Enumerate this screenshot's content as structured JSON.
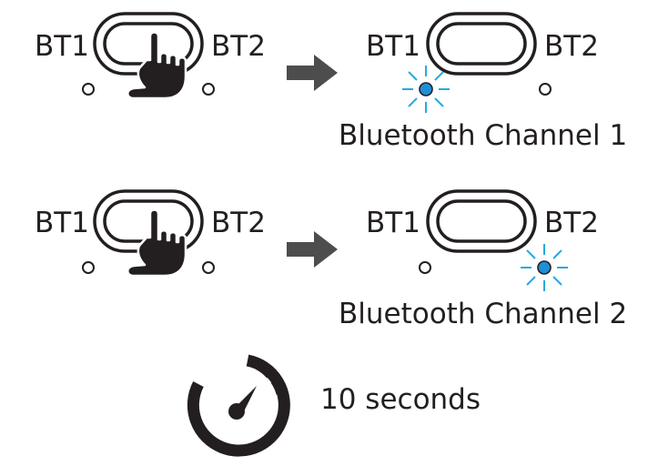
{
  "rows": [
    {
      "left_button": {
        "left_label": "BT1",
        "right_label": "BT2"
      },
      "right_button": {
        "left_label": "BT1",
        "right_label": "BT2"
      },
      "active_led": "left",
      "caption": "Bluetooth Channel 1"
    },
    {
      "left_button": {
        "left_label": "BT1",
        "right_label": "BT2"
      },
      "right_button": {
        "left_label": "BT1",
        "right_label": "BT2"
      },
      "active_led": "right",
      "caption": "Bluetooth Channel 2"
    }
  ],
  "timer": {
    "label": "10 seconds",
    "icon": "stopwatch-icon"
  },
  "colors": {
    "ink": "#231f20",
    "arrow": "#4d4d4d",
    "led": "#1e8fd6",
    "led_rays": "#29a9e0"
  }
}
